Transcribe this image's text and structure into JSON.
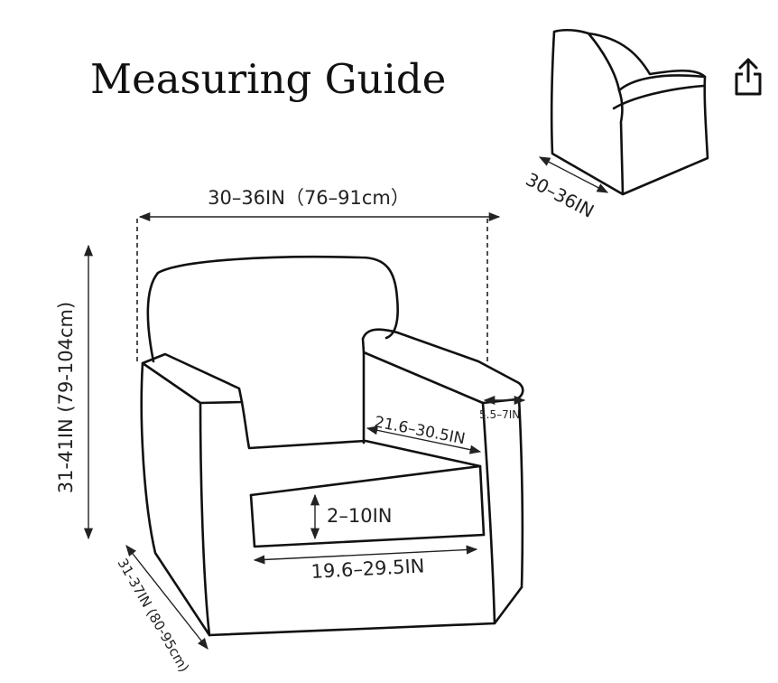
{
  "title": "Measuring Guide",
  "icons": {
    "share": "share-icon"
  },
  "dimensions": {
    "width": "30–36IN（76–91cm）",
    "height": "31-41IN (79-104cm)",
    "depth": "31-37IN (80-95cm)",
    "arm_width": "5.5–7IN",
    "seat_depth": "21.6–30.5IN",
    "cushion_thickness": "2–10IN",
    "seat_width": "19.6–29.5IN",
    "thumbnail_width": "30–36IN"
  }
}
